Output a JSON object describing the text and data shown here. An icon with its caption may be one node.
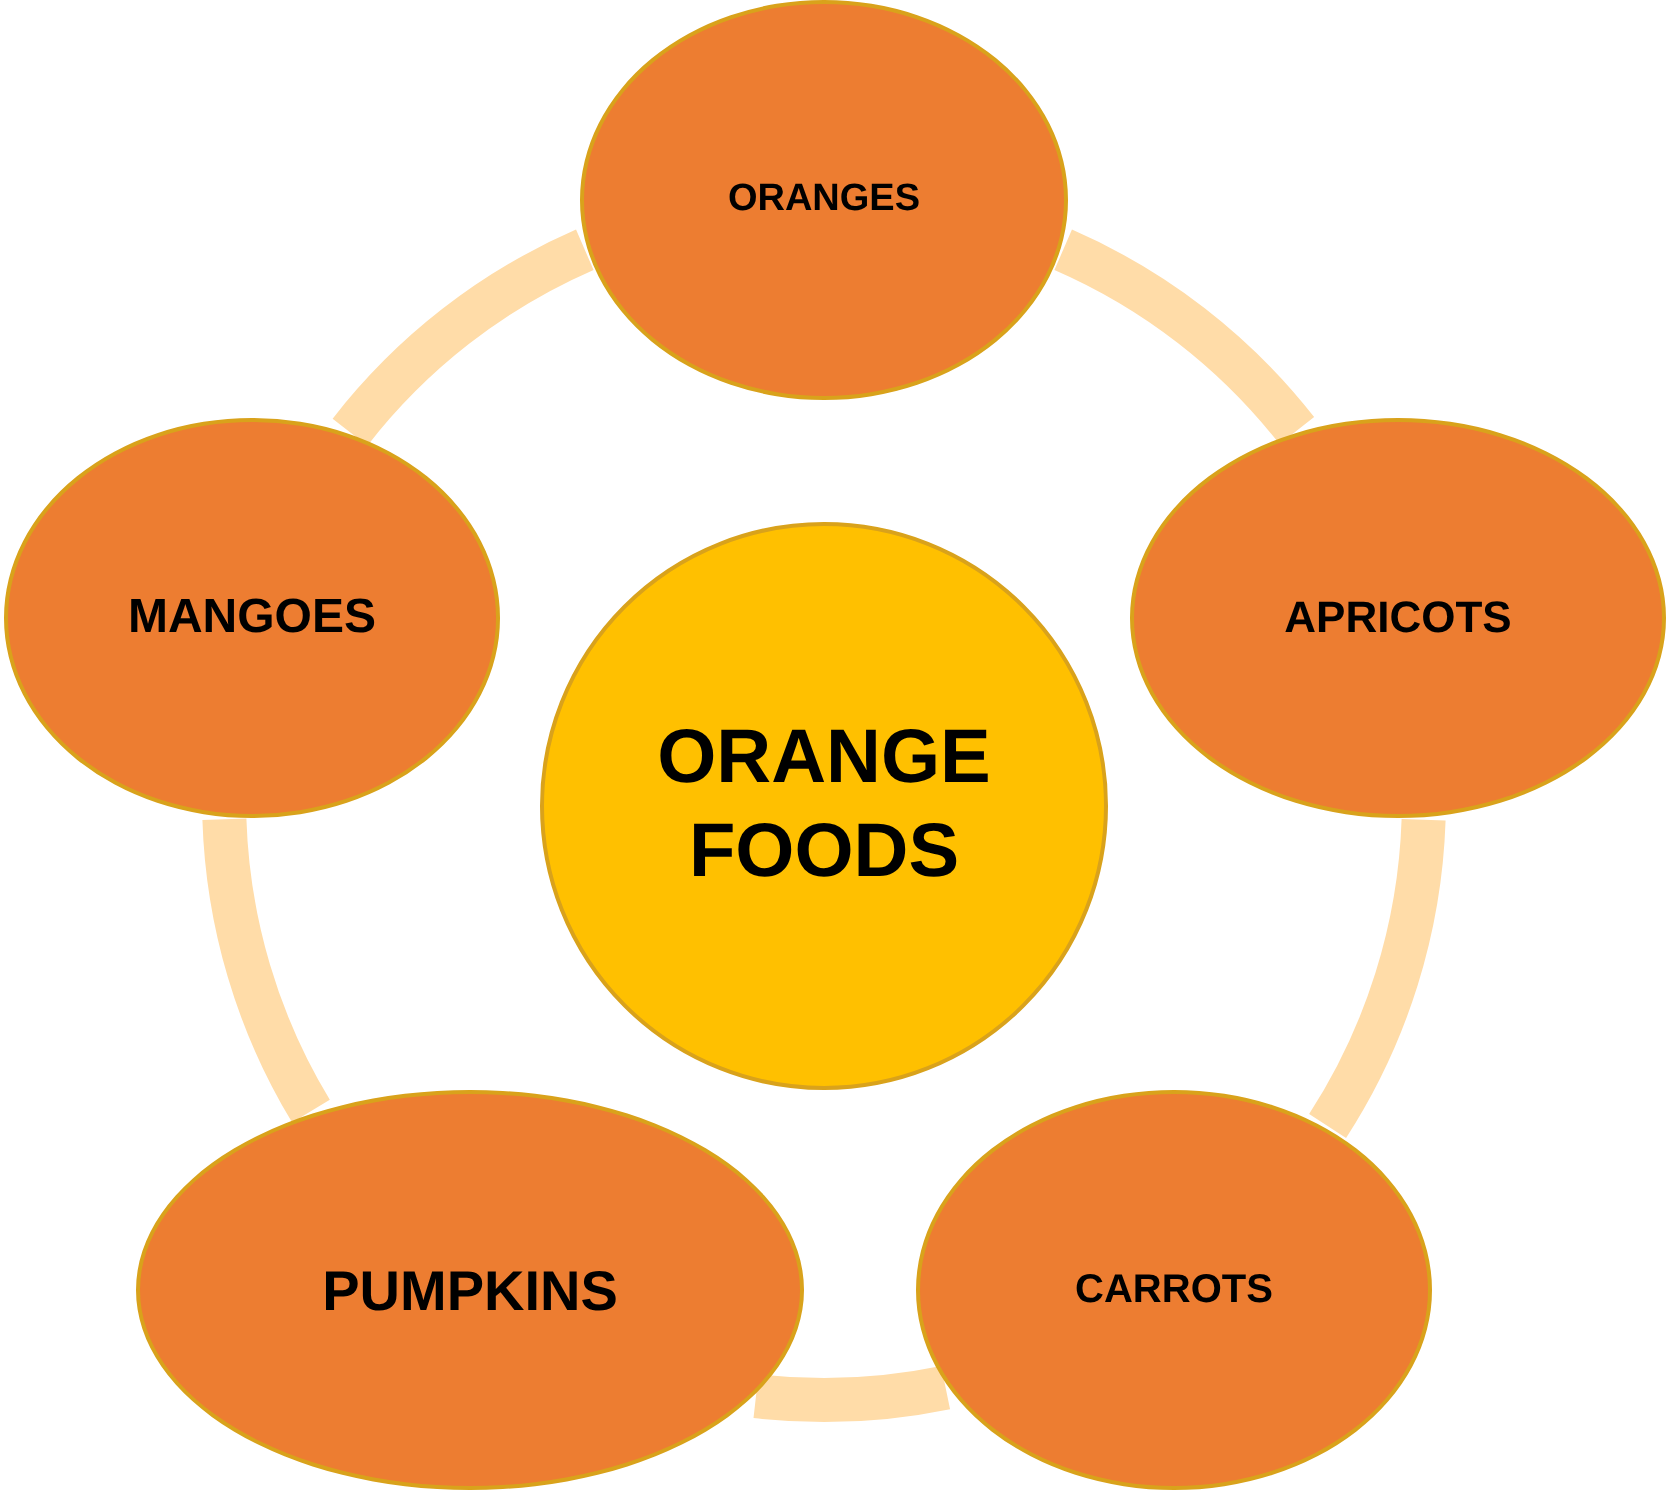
{
  "diagram": {
    "nodes": [
      {
        "text": [
          "ORANGES"
        ]
      },
      {
        "text": [
          "APRICOTS"
        ]
      },
      {
        "text": [
          "CARROTS"
        ]
      },
      {
        "text": [
          "PUMPKINS"
        ]
      },
      {
        "text": [
          "MANGOES"
        ]
      },
      {
        "text": [
          "ORANGE FOODS"
        ]
      }
    ],
    "edges": [
      {
        "from": 0,
        "to": 1,
        "arrow": "none"
      },
      {
        "from": 1,
        "to": 2,
        "arrow": "none"
      },
      {
        "from": 2,
        "to": 3,
        "arrow": "none"
      },
      {
        "from": 3,
        "to": 4,
        "arrow": "none"
      },
      {
        "from": 4,
        "to": 0,
        "arrow": "none"
      }
    ]
  }
}
